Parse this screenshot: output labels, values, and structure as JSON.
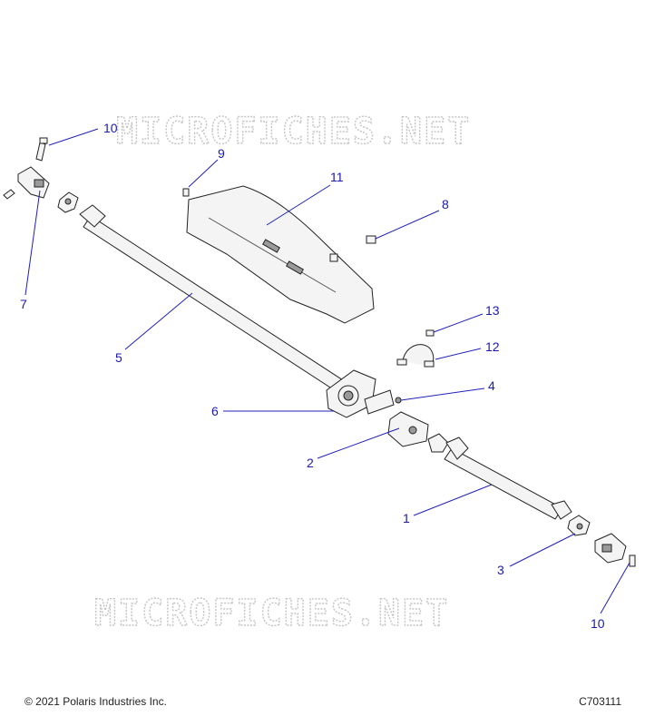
{
  "watermark_text": "MICROFICHES.NET",
  "callouts": [
    {
      "id": "c10a",
      "label": "10"
    },
    {
      "id": "c9",
      "label": "9"
    },
    {
      "id": "c11",
      "label": "11"
    },
    {
      "id": "c8",
      "label": "8"
    },
    {
      "id": "c7",
      "label": "7"
    },
    {
      "id": "c5",
      "label": "5"
    },
    {
      "id": "c13",
      "label": "13"
    },
    {
      "id": "c12",
      "label": "12"
    },
    {
      "id": "c4",
      "label": "4"
    },
    {
      "id": "c6",
      "label": "6"
    },
    {
      "id": "c2",
      "label": "2"
    },
    {
      "id": "c1",
      "label": "1"
    },
    {
      "id": "c3",
      "label": "3"
    },
    {
      "id": "c10b",
      "label": "10"
    }
  ],
  "footer": {
    "copyright": "© 2021 Polaris Industries Inc.",
    "drawing_id": "C703111"
  }
}
